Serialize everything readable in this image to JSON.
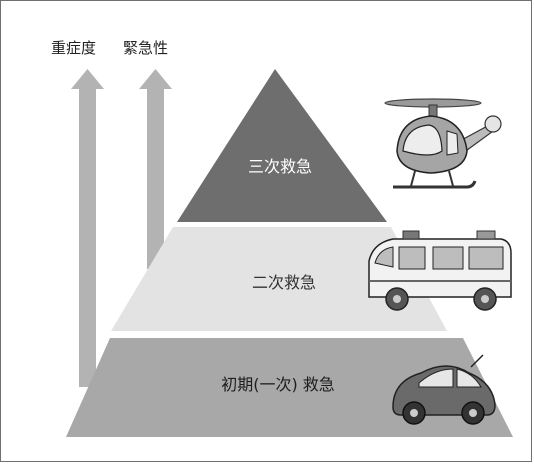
{
  "axis": {
    "severity_label": "重症度",
    "urgency_label": "緊急性"
  },
  "tiers": [
    {
      "key": "tertiary",
      "label": "三次救急",
      "color": "#6e6e6e",
      "text_color": "#ffffff",
      "vehicle": "helicopter-icon"
    },
    {
      "key": "secondary",
      "label": "二次救急",
      "color": "#e3e3e3",
      "text_color": "#333333",
      "vehicle": "ambulance-icon"
    },
    {
      "key": "primary",
      "label": "初期(一次) 救急",
      "color": "#a8a8a8",
      "text_color": "#1e1e1e",
      "vehicle": "car-icon"
    }
  ],
  "colors": {
    "arrow": "#b3b3b3",
    "frame": "#6f6f6f"
  }
}
